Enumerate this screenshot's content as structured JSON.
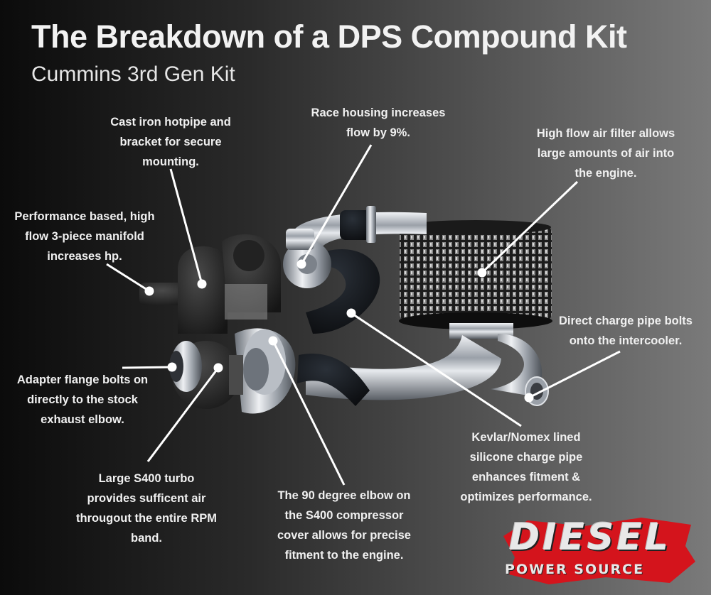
{
  "title": "The Breakdown of a DPS Compound Kit",
  "subtitle": "Cummins 3rd Gen Kit",
  "callouts": {
    "hotpipe": [
      "Cast iron hotpipe and",
      "bracket for secure",
      "mounting."
    ],
    "race_housing": [
      "Race housing increases",
      "flow by 9%."
    ],
    "air_filter": [
      "High flow air filter allows",
      "large amounts of air into",
      "the engine."
    ],
    "manifold": [
      "Performance based, high",
      "flow 3-piece manifold",
      "increases hp."
    ],
    "charge_pipe": [
      "Direct charge pipe bolts",
      "onto the intercooler."
    ],
    "adapter_flange": [
      "Adapter flange bolts on",
      "directly to the stock",
      "exhaust elbow."
    ],
    "kevlar": [
      "Kevlar/Nomex lined",
      "silicone charge pipe",
      "enhances fitment &",
      "optimizes performance."
    ],
    "s400": [
      "Large S400 turbo",
      "provides sufficent air",
      "througout the entire RPM",
      "band."
    ],
    "elbow": [
      "The 90 degree elbow on",
      "the S400 compressor",
      "cover allows for precise",
      "fitment to the engine."
    ]
  },
  "logo": {
    "line1": "DIESEL",
    "line2": "POWER SOURCE",
    "accent": "#d4141c"
  },
  "colors": {
    "chrome": "#c8ccd2",
    "rubber": "#101216",
    "iron": "#2b2b2b"
  }
}
